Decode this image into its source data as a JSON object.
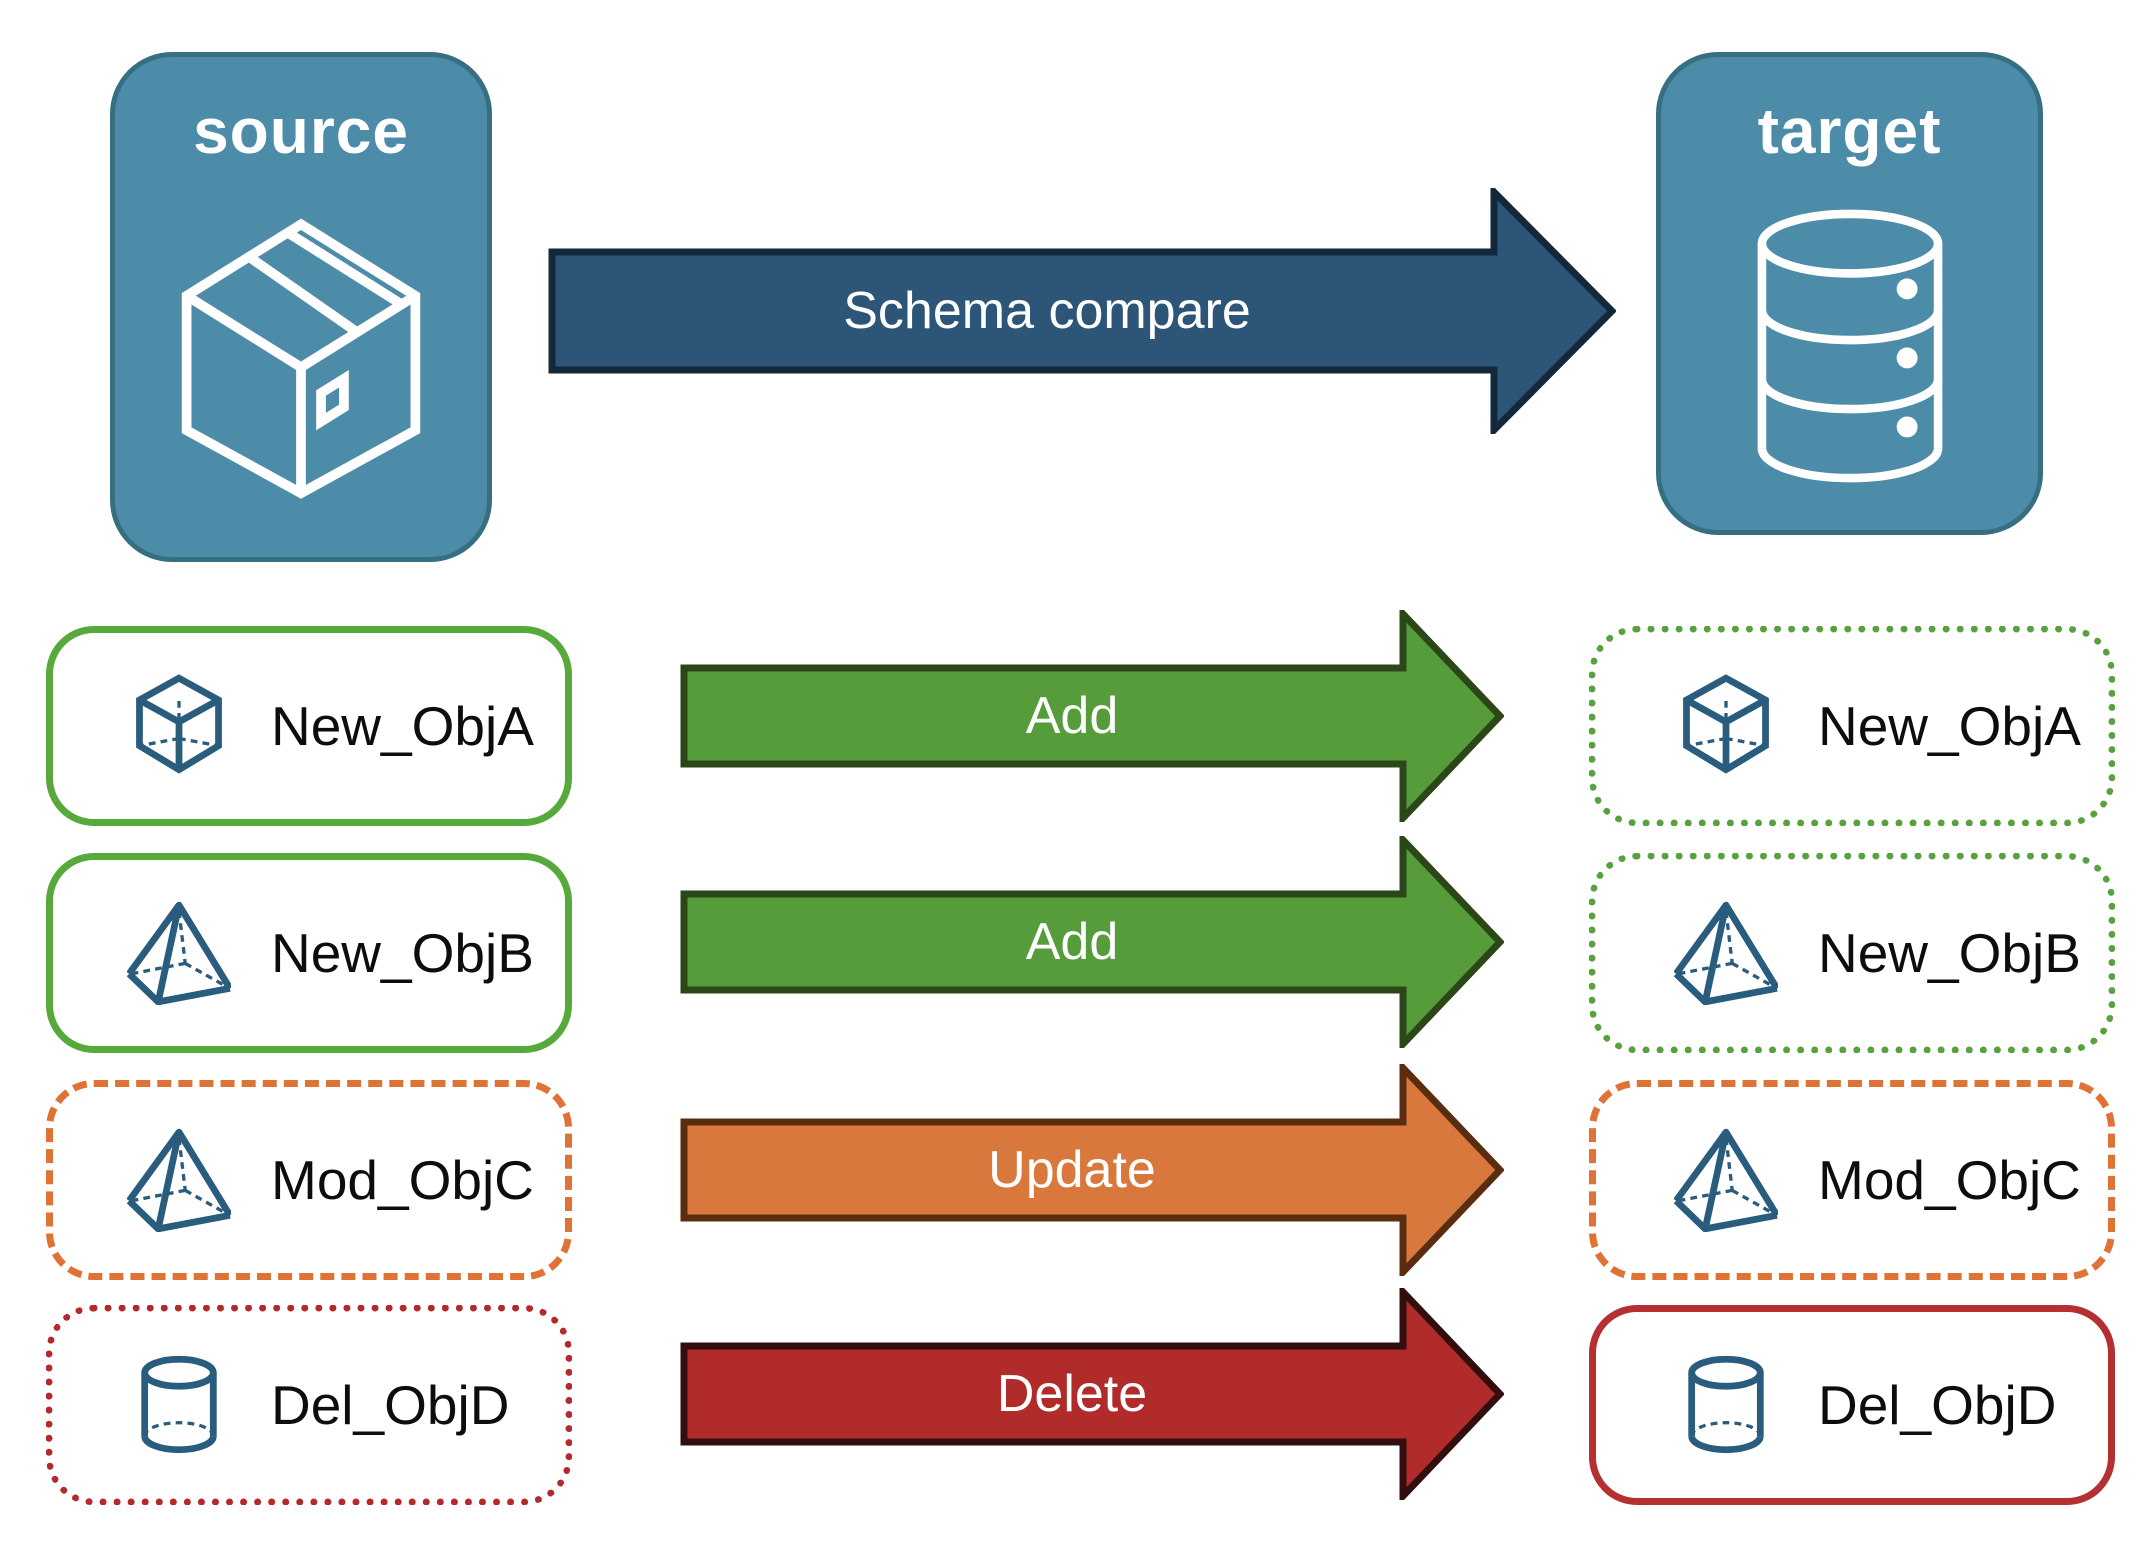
{
  "top": {
    "source": {
      "label": "source",
      "icon": "package-icon"
    },
    "target": {
      "label": "target",
      "icon": "database-icon"
    },
    "compare_arrow": {
      "label": "Schema compare"
    }
  },
  "rows": [
    {
      "object": "New_ObjA",
      "icon": "cube-icon",
      "action": "Add",
      "left_border": "green solid",
      "right_border": "green dotted"
    },
    {
      "object": "New_ObjB",
      "icon": "pyramid-icon",
      "action": "Add",
      "left_border": "green solid",
      "right_border": "green dotted"
    },
    {
      "object": "Mod_ObjC",
      "icon": "pyramid-icon",
      "action": "Update",
      "left_border": "orange dashed",
      "right_border": "orange dashed"
    },
    {
      "object": "Del_ObjD",
      "icon": "cylinder-icon",
      "action": "Delete",
      "left_border": "red dotted",
      "right_border": "red solid"
    }
  ],
  "colors": {
    "endpoint_fill": "#4C8CA9",
    "endpoint_border": "#376F82",
    "endpoint_icon": "#FFFFFF",
    "compare_arrow_fill": "#2D5577",
    "compare_arrow_border": "#13293B",
    "add_arrow_fill": "#569C3A",
    "add_arrow_border": "#2B4718",
    "update_arrow_fill": "#D9783C",
    "update_arrow_border": "#5B2D10",
    "delete_arrow_fill": "#B12B2B",
    "delete_arrow_border": "#330E0E",
    "green_box_border": "#58A93C",
    "orange_box_border": "#DF7335",
    "red_box_border": "#B5312D",
    "object_icon": "#2A5C7E",
    "object_text": "#0D0D0D",
    "arrow_text": "#FFFFFF"
  }
}
